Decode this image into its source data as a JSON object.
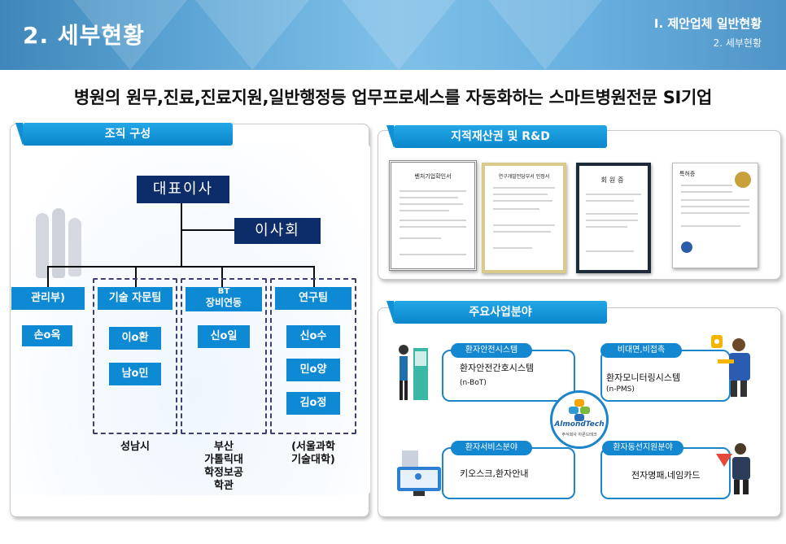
{
  "header": {
    "title": "2. 세부현황",
    "section": "Ⅰ. 제안업체 일반현황",
    "subsection": "2. 세부현황"
  },
  "subtitle": "병원의 원무,진료,진료지원,일반행정등 업무프로세스를 자동화하는 스마트병원전문 SI기업",
  "org": {
    "tab": "조직 구성",
    "ceo": "대표이사",
    "board": "이사회",
    "departments": [
      {
        "name": "관리부)",
        "members": [
          "손o옥"
        ],
        "location": ""
      },
      {
        "name": "기술 자문팀",
        "members": [
          "이o환",
          "남o민"
        ],
        "location": "성남시"
      },
      {
        "name_line1": "BT",
        "name_line2": "장비연동",
        "members": [
          "신o일"
        ],
        "location": "부산\n가톨릭대\n학정보공\n학관"
      },
      {
        "name": "연구팀",
        "members": [
          "신o수",
          "민o양",
          "김o정"
        ],
        "location": "(서울과학\n기술대학)"
      }
    ]
  },
  "ip": {
    "tab": "지적재산권 및 R&D",
    "certificates": [
      {
        "title": "벤처기업확인서"
      },
      {
        "title": "연구개발전담부서 인정서"
      },
      {
        "title": "회원증"
      },
      {
        "title": "특허증"
      }
    ]
  },
  "business": {
    "tab": "주요사업분야",
    "logo": "AlmondTech",
    "logo_sub": "주식회사 아몬드테크",
    "areas": [
      {
        "tag": "환자안전시스템",
        "title": "환자안전간호시스템",
        "sub": "(n-BoT)"
      },
      {
        "tag": "비대면,비접촉",
        "title": "환자모니터링시스템",
        "sub": "(n-PMS)"
      },
      {
        "tag": "환자서비스분야",
        "title": "키오스크,환자안내",
        "sub": ""
      },
      {
        "tag": "환자동선지원분야",
        "title": "전자명패,네임카드",
        "sub": ""
      }
    ]
  }
}
